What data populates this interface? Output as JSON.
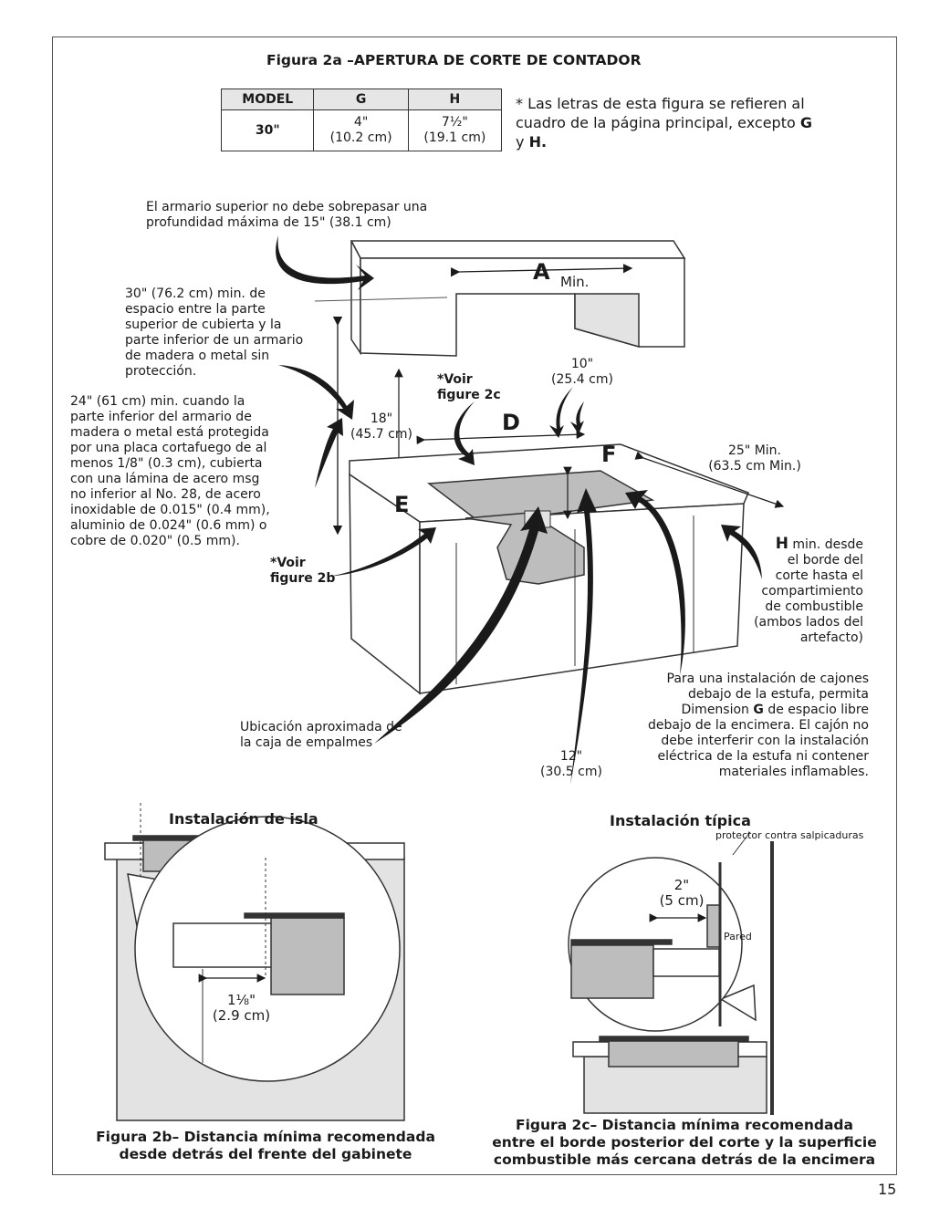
{
  "figure_title": "Figura 2a –APERTURA DE CORTE DE CONTADOR",
  "table": {
    "headers": [
      "MODEL",
      "G",
      "H"
    ],
    "model": "30\"",
    "g_in": "4\"",
    "g_cm": "(10.2 cm)",
    "h_in": "7½\"",
    "h_cm": "(19.1 cm)"
  },
  "note": {
    "line1": "* Las letras de esta figura se refieren al",
    "line2_prefix": "cuadro de la página principal, excepto ",
    "bold_g": "G",
    "line3_prefix": "y ",
    "bold_h": "H."
  },
  "labels": {
    "upper_cabinet": [
      "El armario superior no debe sobrepasar una",
      "profundidad máxima de 15\" (38.1 cm)"
    ],
    "clearance_30": [
      "30\" (76.2 cm) min. de",
      "espacio entre la parte",
      "superior de cubierta y la",
      "parte inferior de un armario",
      "de madera o metal sin",
      "protección."
    ],
    "clearance_24": [
      "24\" (61 cm) min. cuando la",
      "parte inferior del armario de",
      "madera o metal está protegida",
      "por una placa cortafuego de al",
      "menos 1/8\" (0.3 cm), cubierta",
      "con una lámina de acero msg",
      "no inferior al No. 28, de acero",
      "inoxidable de 0.015\" (0.4 mm),",
      "aluminio de 0.024\" (0.6 mm) o",
      "cobre de 0.020\" (0.5 mm)."
    ],
    "voir_2b": [
      "*Voir",
      "figure 2b"
    ],
    "voir_2c": [
      "*Voir",
      "figure 2c"
    ],
    "dim_18": [
      "18\"",
      "(45.7 cm)"
    ],
    "dim_10": [
      "10\"",
      "(25.4 cm)"
    ],
    "dim_25": [
      "25\" Min.",
      "(63.5 cm Min.)"
    ],
    "dim_12": [
      "12\"",
      "(30.5 cm)"
    ],
    "letter_a": "A",
    "a_min": "Min.",
    "letter_d": "D",
    "letter_e": "E",
    "letter_f": "F",
    "h_letter": "H",
    "h_text": [
      " min. desde",
      "el borde del",
      "corte hasta el",
      "compartimiento",
      "de combustible",
      "(ambos lados del",
      "artefacto)"
    ],
    "drawers": {
      "l1": "Para una instalación de cajones",
      "l2": "debajo de la estufa, permita",
      "l3_prefix": "Dimension ",
      "l3_bold": "G",
      "l3_suffix": " de espacio libre",
      "l4": "debajo de la encimera. El cajón no",
      "l5": "debe interferir con la instalación",
      "l6": "eléctrica de la estufa ni contener",
      "l7": "materiales inflamables."
    },
    "junction_box": [
      "Ubicación aproximada de",
      "la caja de empalmes"
    ]
  },
  "island": {
    "title": "Instalación de isla",
    "dim": [
      "1⅛\"",
      "(2.9 cm)"
    ],
    "caption": [
      "Figura 2b– Distancia mínima recomendada",
      "desde detrás del frente del gabinete"
    ]
  },
  "typical": {
    "title": "Instalación típica",
    "splash": "protector contra salpicaduras",
    "dim": [
      "2\"",
      "(5 cm)"
    ],
    "wall": "Pared",
    "caption": [
      "Figura 2c– Distancia mínima recomendada",
      "entre el borde posterior del corte y la superficie",
      "combustible más cercana detrás de la encimera"
    ]
  },
  "page_number": "15",
  "colors": {
    "gray_fill": "#bdbdbd",
    "dark_fill": "#333333",
    "light_fill": "#e3e3e3"
  }
}
